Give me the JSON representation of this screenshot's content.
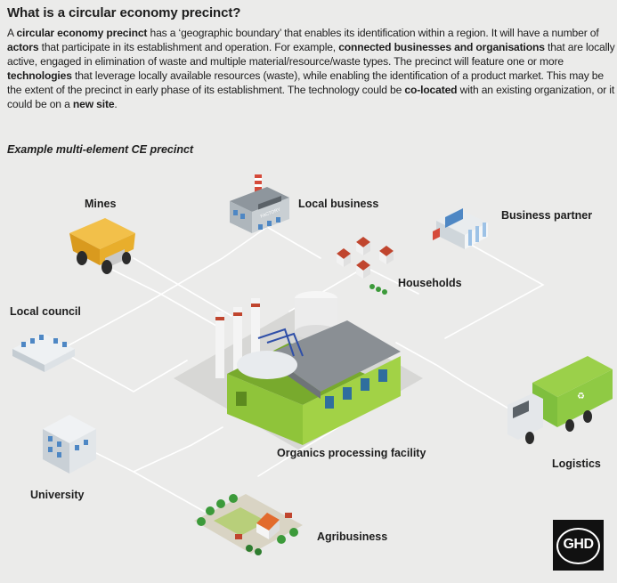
{
  "title": "What is a circular economy precinct?",
  "intro": {
    "p1": "A ",
    "p2": "circular economy precinct",
    "p3": " has a ‘geographic boundary’ that enables its identification within a region. It will have a number of ",
    "p4": "actors",
    "p5": " that participate in its establishment and operation. For example, ",
    "p6": "connected businesses and organisations",
    "p7": " that are locally active, engaged in elimination of waste and multiple material/resource/waste types. The precinct will feature one or more ",
    "p8": "technologies",
    "p9": " that leverage locally available resources (waste), while enabling the identification of a product market. This may be the extent of the precinct in early phase of its establishment. The technology could be ",
    "p10": "co-located",
    "p11": " with an existing organization, or it could be on a ",
    "p12": "new site",
    "p13": "."
  },
  "subtitle": "Example multi-element CE precinct",
  "nodes": {
    "mines": "Mines",
    "local_business": "Local business",
    "business_partner": "Business partner",
    "households": "Households",
    "local_council": "Local council",
    "organics": "Organics processing facility",
    "logistics": "Logistics",
    "university": "University",
    "agribusiness": "Agribusiness"
  },
  "factory_sign": "FACTORY",
  "logo": "GHD",
  "colors": {
    "background": "#ebebea",
    "connector": "#ffffff",
    "facility_green": "#8fc43a",
    "roof_grey": "#8a8f94",
    "truck_yellow": "#e0a526",
    "logistics_green": "#7fbf3d",
    "brick_red": "#c0452e"
  }
}
